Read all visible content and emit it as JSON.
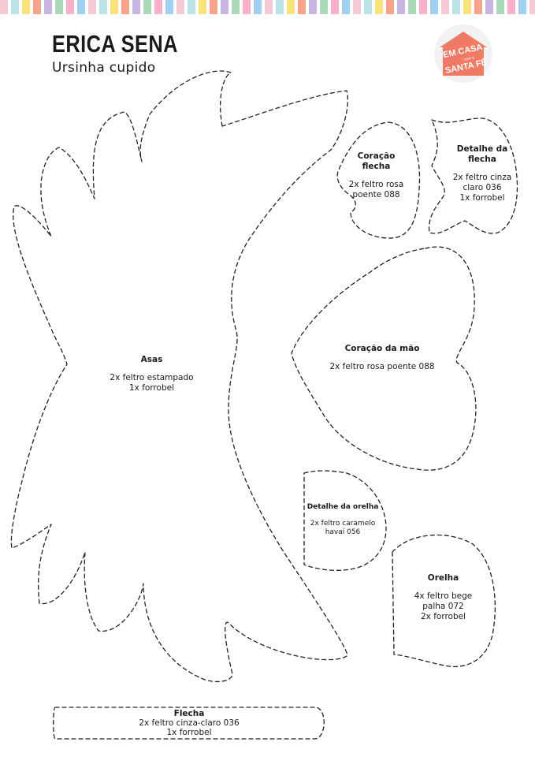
{
  "header": {
    "brand": "ERICA SENA",
    "subtitle": "Ursinha cupido",
    "logo": {
      "line1": "EM CASA",
      "line2": "com a",
      "line3": "SANTA FÉ"
    }
  },
  "colors": {
    "stripe": [
      "#f6c8d4",
      "#b9e3ea",
      "#fde27b",
      "#f4a58c",
      "#c9b3e6",
      "#a8dcb8",
      "#f7b2c9",
      "#9fd2f0"
    ],
    "logo_house": "#f07a63",
    "cut_line": "#222222"
  },
  "pieces": {
    "asas": {
      "title": "Asas",
      "desc": "2x feltro estampado\n1x forrobel"
    },
    "coracao_flecha": {
      "title": "Coração\nflecha",
      "desc": "2x feltro rosa\npoente 088"
    },
    "detalhe_flecha": {
      "title": "Detalhe da\nflecha",
      "desc": "2x feltro cinza\nclaro 036\n1x forrobel"
    },
    "coracao_mao": {
      "title": "Coração da mão",
      "desc": "2x feltro rosa poente 088"
    },
    "detalhe_orelha": {
      "title": "Detalhe da orelha",
      "desc": "2x feltro caramelo\nhavaí 056"
    },
    "orelha": {
      "title": "Orelha",
      "desc": "4x feltro bege\npalha 072\n2x forrobel"
    },
    "flecha": {
      "title": "Flecha",
      "desc": "2x feltro cinza-claro 036\n1x forrobel"
    }
  }
}
